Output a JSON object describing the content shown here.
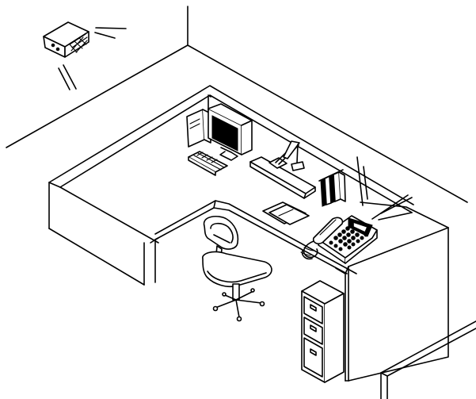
{
  "scene": {
    "type": "line-art illustration",
    "line_color": "#000000",
    "background_color": "#ffffff",
    "objects": [
      "room-corner-walls",
      "wall-speaker",
      "office-cubicle",
      "crt-monitor",
      "computer-tower",
      "keyboard",
      "desk-lamp",
      "binders",
      "document-papers",
      "multi-line-desk-phone",
      "office-chair",
      "filing-cabinet",
      "adjacent-cubicle-wall"
    ]
  }
}
